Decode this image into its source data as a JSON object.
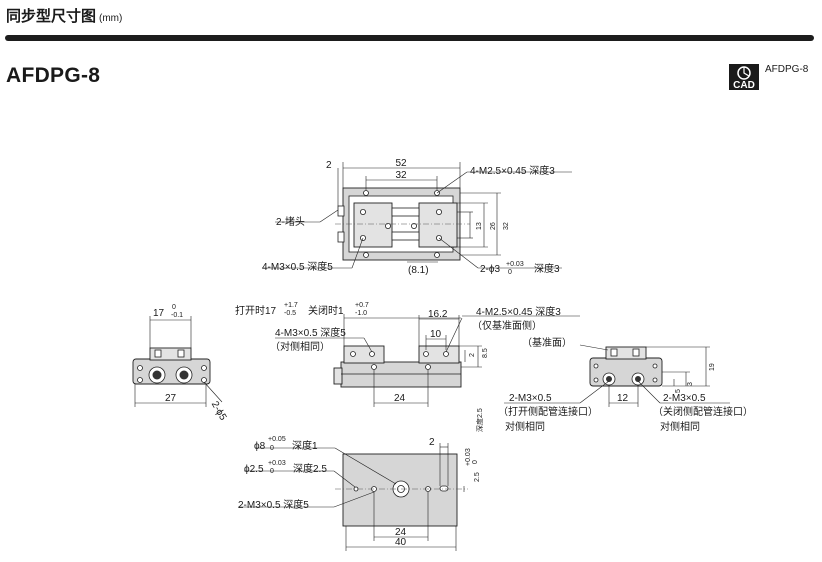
{
  "header": {
    "title": "同步型尺寸图",
    "unit": "(mm)"
  },
  "model": "AFDPG-8",
  "cad": {
    "icon": "cad-icon",
    "icon_text": "CAD",
    "label": "AFDPG-8"
  },
  "top_view": {
    "dim_52": "52",
    "dim_32": "32",
    "dim_2": "2",
    "dim_13": "13",
    "dim_26": "26",
    "dim_32v": "32",
    "dim_8_1": "(8.1)",
    "callout_tap": "4-M2.5×0.45 深度3",
    "callout_plug": "2-堵头",
    "callout_m3": "4-M3×0.5  深度5",
    "callout_phi_prefix": "2-ϕ3",
    "callout_phi_upper": "+0.03",
    "callout_phi_lower": "0",
    "callout_phi_suffix": "深度3"
  },
  "side_view": {
    "label_17": "17",
    "label_17_upper": "0",
    "label_17_lower": "-0.1",
    "dim_27": "27",
    "label_2phi5": "2-ϕ5"
  },
  "front_view": {
    "open_label": "打开时17",
    "open_upper": "+1.7",
    "open_lower": "-0.5",
    "close_label": "关闭时1",
    "close_upper": "+0.7",
    "close_lower": "-1.0",
    "dim_16_2": "16.2",
    "dim_10": "10",
    "dim_24": "24",
    "dim_2": "2",
    "dim_8_5": "8.5",
    "callout_tap": "4-M2.5×0.45  深度3",
    "callout_tap_note": "（仅基准面侧）",
    "callout_m3": "4-M3×0.5  深度5",
    "callout_m3_note": "（对侧相同）"
  },
  "right_view": {
    "datum_label": "（基准面）",
    "dim_19": "19",
    "dim_3": "3",
    "dim_5": "5",
    "dim_12": "12",
    "port_left": "2-M3×0.5",
    "port_left_note": "（打开侧配管连接口）",
    "port_left_same": "对侧相同",
    "port_right": "2-M3×0.5",
    "port_right_note": "（关闭侧配管连接口）",
    "port_right_same": "对侧相同"
  },
  "bottom_view": {
    "phi8": "ϕ8",
    "phi8_upper": "+0.05",
    "phi8_lower": "0",
    "phi8_depth": "深度1",
    "phi2_5": "ϕ2.5",
    "phi2_5_upper": "+0.03",
    "phi2_5_lower": "0",
    "phi2_5_depth": "深度2.5",
    "callout_m3": "2-M3×0.5  深度5",
    "dim_24": "24",
    "dim_40": "40",
    "dim_2": "2",
    "dim_depth_2_5": "深度2.5",
    "dim_2_5": "2.5",
    "dim_2_5_upper": "+0.03",
    "dim_2_5_lower": "0"
  }
}
